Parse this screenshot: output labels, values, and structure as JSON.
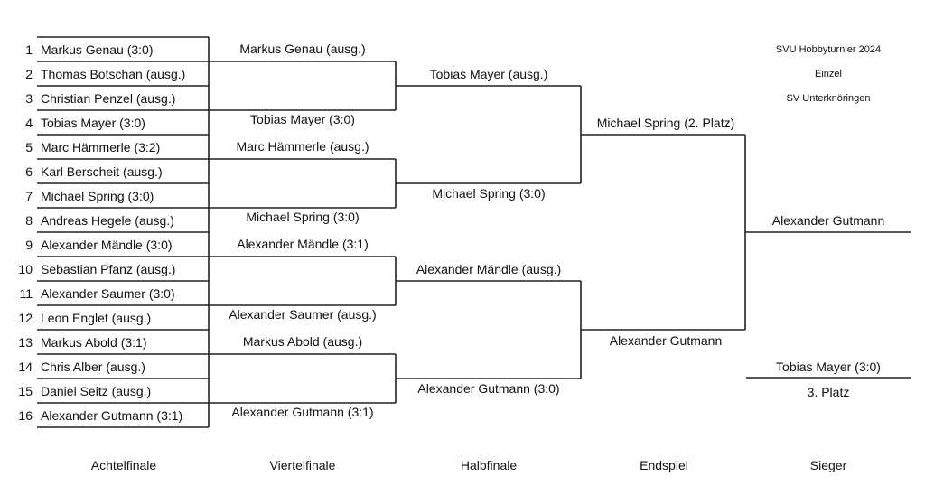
{
  "header": {
    "title": "SVU Hobbyturnier 2024",
    "category": "Einzel",
    "club": "SV Unterknöringen"
  },
  "rounds": {
    "achtelfinale": [
      {
        "seed": "1",
        "name": "Markus Genau (3:0)"
      },
      {
        "seed": "2",
        "name": "Thomas Botschan (ausg.)"
      },
      {
        "seed": "3",
        "name": "Christian Penzel (ausg.)"
      },
      {
        "seed": "4",
        "name": "Tobias Mayer (3:0)"
      },
      {
        "seed": "5",
        "name": "Marc Hämmerle (3:2)"
      },
      {
        "seed": "6",
        "name": "Karl Berscheit (ausg.)"
      },
      {
        "seed": "7",
        "name": "Michael Spring (3:0)"
      },
      {
        "seed": "8",
        "name": "Andreas Hegele (ausg.)"
      },
      {
        "seed": "9",
        "name": "Alexander Mändle (3:0)"
      },
      {
        "seed": "10",
        "name": "Sebastian Pfanz (ausg.)"
      },
      {
        "seed": "11",
        "name": "Alexander Saumer (3:0)"
      },
      {
        "seed": "12",
        "name": "Leon Englet (ausg.)"
      },
      {
        "seed": "13",
        "name": "Markus Abold (3:1)"
      },
      {
        "seed": "14",
        "name": "Chris Alber (ausg.)"
      },
      {
        "seed": "15",
        "name": "Daniel Seitz (ausg.)"
      },
      {
        "seed": "16",
        "name": "Alexander Gutmann (3:1)"
      }
    ],
    "viertelfinale": [
      "Markus Genau (ausg.)",
      "Tobias Mayer (3:0)",
      "Marc Hämmerle (ausg.)",
      "Michael Spring (3:0)",
      "Alexander Mändle (3:1)",
      "Alexander Saumer (ausg.)",
      "Markus Abold (ausg.)",
      "Alexander Gutmann (3:1)"
    ],
    "halbfinale": [
      "Tobias Mayer (ausg.)",
      "Michael Spring (3:0)",
      "Alexander Mändle (ausg.)",
      "Alexander Gutmann (3:0)"
    ],
    "endspiel": [
      "Michael Spring (2. Platz)",
      "Alexander Gutmann"
    ],
    "sieger": "Alexander Gutmann",
    "third_place": {
      "name": "Tobias Mayer (3:0)",
      "label": "3. Platz"
    }
  },
  "footer": {
    "labels": [
      "Achtelfinale",
      "Viertelfinale",
      "Halbfinale",
      "Endspiel",
      "Sieger"
    ]
  }
}
